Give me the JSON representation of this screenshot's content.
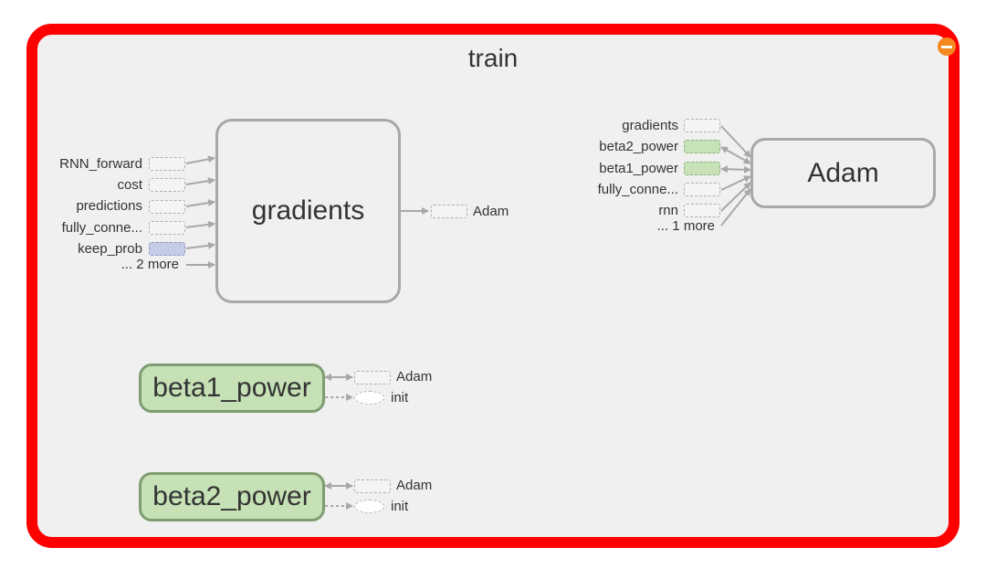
{
  "graph": {
    "title": "train",
    "gradients_node": {
      "label": "gradients",
      "inputs": [
        "RNN_forward",
        "cost",
        "predictions",
        "fully_conne...",
        "keep_prob",
        "... 2 more"
      ],
      "output": "Adam"
    },
    "adam_node": {
      "label": "Adam",
      "inputs": [
        "gradients",
        "beta2_power",
        "beta1_power",
        "fully_conne...",
        "rnn",
        "... 1 more"
      ]
    },
    "beta1_node": {
      "label": "beta1_power",
      "edges": [
        "Adam",
        "init"
      ]
    },
    "beta2_node": {
      "label": "beta2_power",
      "edges": [
        "Adam",
        "init"
      ]
    }
  },
  "colors": {
    "frame_border": "#ff0000",
    "frame_fill": "#f0f0f0",
    "variable_fill": "#c5e1b5",
    "placeholder_fill": "#c5cce6",
    "collapse_button": "#f5891f"
  },
  "icons": {
    "collapse": "minus-circle-icon"
  }
}
